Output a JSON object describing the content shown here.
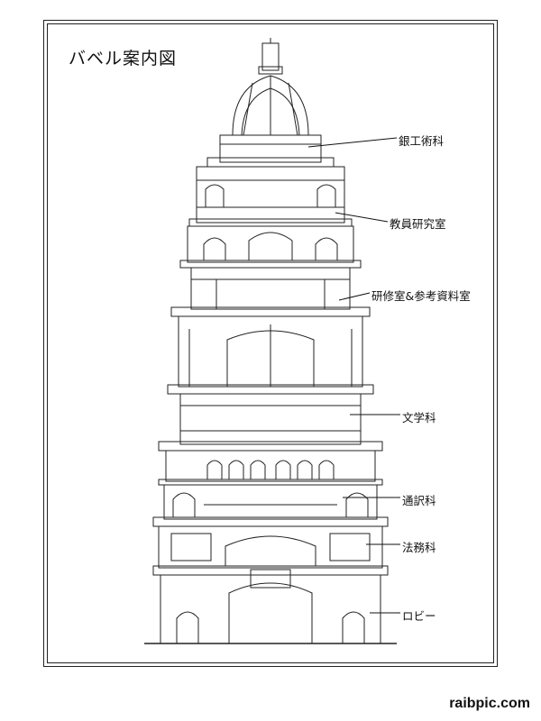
{
  "title": "バベル案内図",
  "floors": [
    {
      "id": "silver",
      "label": "銀工術科"
    },
    {
      "id": "faculty",
      "label": "教員研究室"
    },
    {
      "id": "study",
      "label": "研修室&参考資料室"
    },
    {
      "id": "literature",
      "label": "文学科"
    },
    {
      "id": "translation",
      "label": "通訳科"
    },
    {
      "id": "legal",
      "label": "法務科"
    },
    {
      "id": "lobby",
      "label": "ロビー"
    }
  ],
  "watermark": "raibpic.com"
}
